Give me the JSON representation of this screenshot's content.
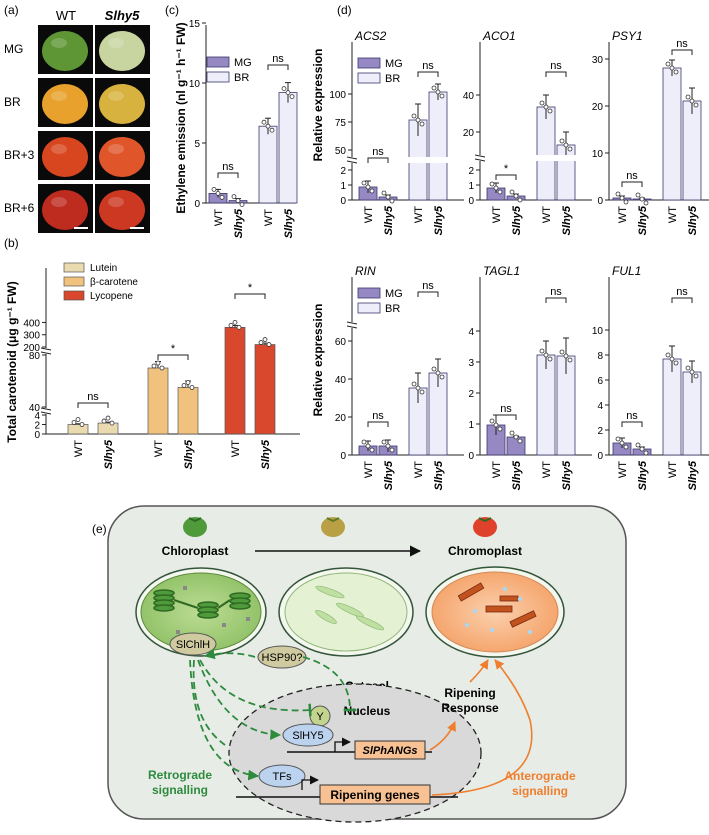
{
  "panel_labels": {
    "a": "(a)",
    "b": "(b)",
    "c": "(c)",
    "d": "(d)",
    "e": "(e)"
  },
  "panel_a": {
    "col_headers": [
      "WT",
      "Slhy5"
    ],
    "row_labels": [
      "MG",
      "BR",
      "BR+3",
      "BR+6"
    ],
    "colors": {
      "MG": [
        "#5e9636",
        "#c9d5a0"
      ],
      "BR": [
        "#e7a12c",
        "#d8b23f"
      ],
      "BR+3": [
        "#d7461f",
        "#e0562a"
      ],
      "BR+6": [
        "#be2b1f",
        "#cc3822"
      ]
    }
  },
  "panel_b": {
    "ylabel": "Total carotenoid (μg g⁻¹ FW)",
    "legend": [
      "Lutein",
      "β-carotene",
      "Lycopene"
    ],
    "legend_colors": [
      "#e9dab0",
      "#f0c27e",
      "#d9472c"
    ],
    "tick_labels": [
      "0",
      "2",
      "4",
      "40",
      "80",
      "200",
      "300",
      "400"
    ],
    "x_labels": [
      "WT",
      "Slhy5",
      "WT",
      "Slhy5",
      "WT",
      "Slhy5"
    ],
    "sig": [
      "ns",
      "*",
      "*"
    ]
  },
  "panel_c": {
    "ylabel": "Ethylene emission (nl g⁻¹ h⁻¹ FW)",
    "legend": [
      "MG",
      "BR"
    ],
    "tick_labels": [
      "0",
      "5",
      "10",
      "15"
    ],
    "x_labels": [
      "WT",
      "Slhy5",
      "WT",
      "Slhy5"
    ],
    "sig": [
      "ns",
      "ns"
    ]
  },
  "panel_d": {
    "ylabel": "Relative expression",
    "legend": [
      "MG",
      "BR"
    ],
    "genes_top": [
      "ACS2",
      "ACO1",
      "PSY1"
    ],
    "genes_bottom": [
      "RIN",
      "TAGL1",
      "FUL1"
    ],
    "x_labels": [
      "WT",
      "Slhy5",
      "WT",
      "Slhy5"
    ],
    "sig_top": [
      [
        "ns",
        "ns"
      ],
      [
        "*",
        "ns"
      ],
      [
        "ns",
        "ns"
      ]
    ],
    "sig_bottom": [
      [
        "ns",
        "ns"
      ],
      [
        "ns",
        "ns"
      ],
      [
        "ns",
        "ns"
      ]
    ],
    "ticks": {
      "ACS2": [
        "0",
        "1",
        "2",
        "50",
        "75",
        "100"
      ],
      "ACO1": [
        "0",
        "1",
        "2",
        "20",
        "40"
      ],
      "PSY1": [
        "0",
        "10",
        "20",
        "30"
      ],
      "RIN": [
        "0",
        "20",
        "40",
        "60"
      ],
      "TAGL1": [
        "0",
        "1",
        "2",
        "3",
        "4"
      ],
      "FUL1": [
        "0",
        "2",
        "4",
        "6",
        "8",
        "10"
      ]
    }
  },
  "panel_e": {
    "chloroplast": "Chloroplast",
    "chromoplast": "Chromoplast",
    "slchlh": "SlChlH",
    "hsp90": "HSP90?",
    "cytosol": "Cytosol",
    "nucleus": "Nucleus",
    "y": "Y",
    "slhy5": "SlHY5",
    "slphangs": "SlPhANGs",
    "tfs": "TFs",
    "ripening_genes": "Ripening genes",
    "ripening_response": [
      "Ripening",
      "Response"
    ],
    "retrograde": [
      "Retrograde",
      "signalling"
    ],
    "anterograde": [
      "Anterograde",
      "signalling"
    ],
    "colors": {
      "retrograde": "#2e8b3e",
      "anterograde": "#ef7f2f",
      "cell_bg": "#e7ece6"
    }
  },
  "colors": {
    "mg_bar": "#9689c3",
    "br_bar": "#eeeefa",
    "bar_stroke": "#3b376b"
  }
}
